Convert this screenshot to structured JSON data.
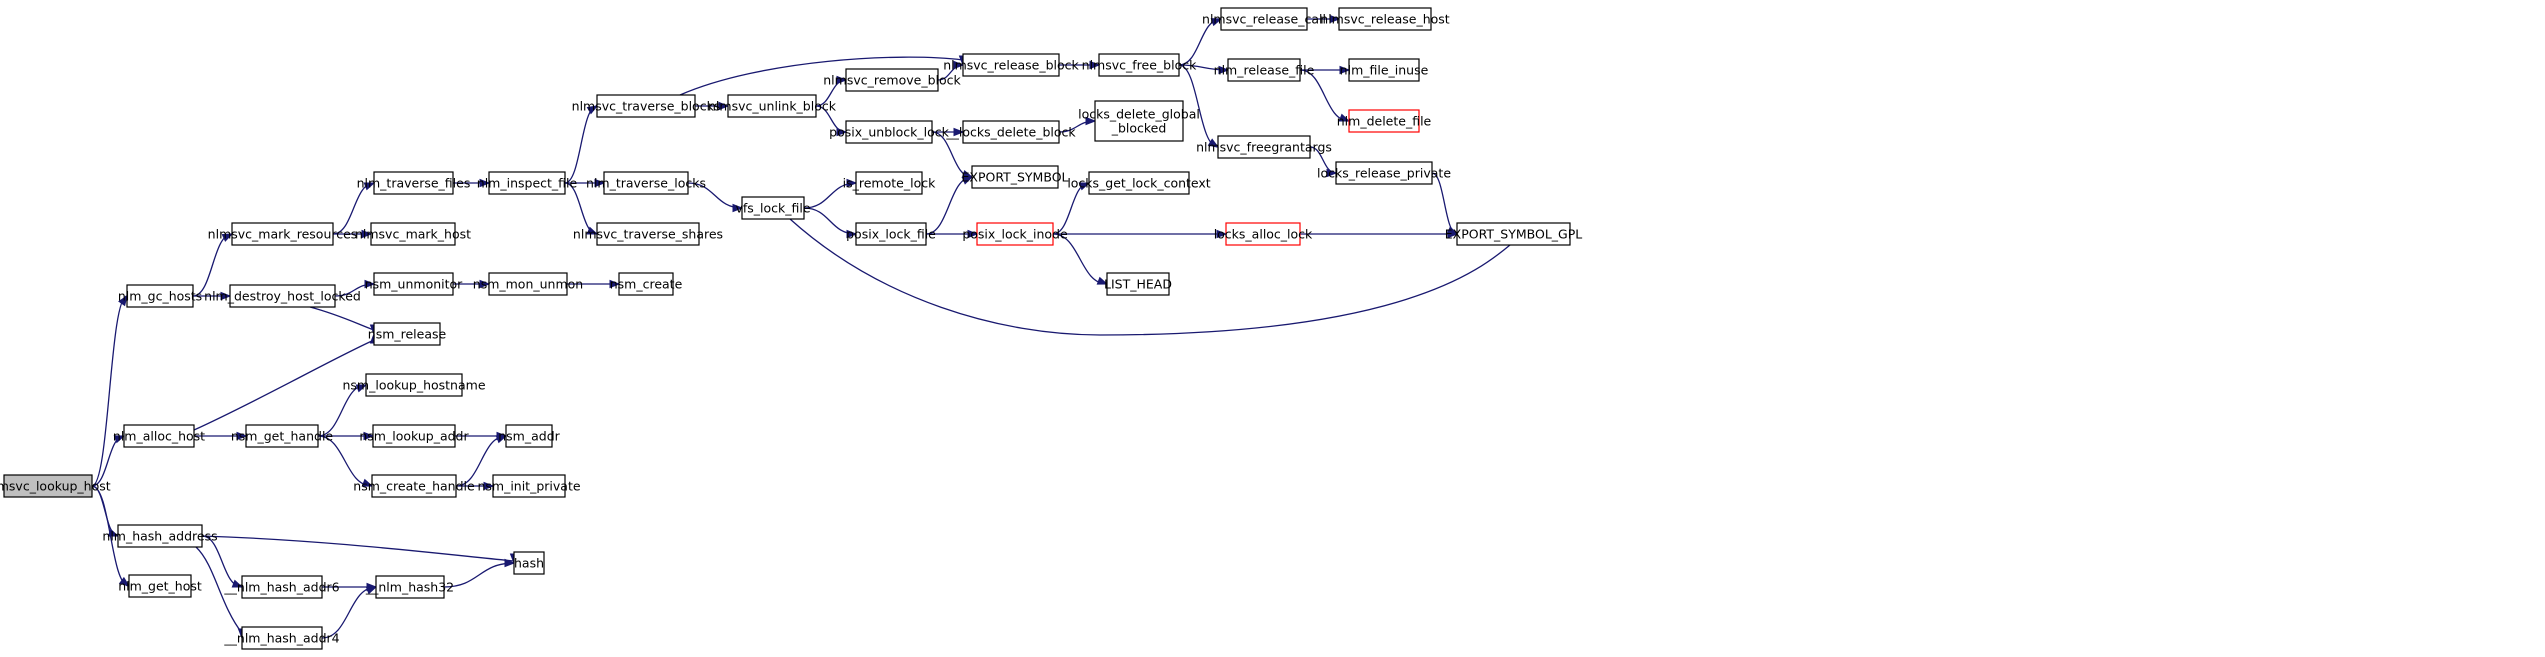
{
  "colors": {
    "edge": "#191970",
    "node_border": "#000000",
    "node_border_truncated": "#ff0000",
    "root_fill": "#bfbfbf",
    "node_fill": "#ffffff"
  },
  "nodes": [
    {
      "id": "nlmsvc_lookup_host",
      "label": "nlmsvc_lookup_host",
      "root": true
    },
    {
      "id": "nlm_gc_hosts",
      "label": "nlm_gc_hosts"
    },
    {
      "id": "nlm_alloc_host",
      "label": "nlm_alloc_host"
    },
    {
      "id": "nlm_hash_address",
      "label": "nlm_hash_address"
    },
    {
      "id": "nlm_get_host",
      "label": "nlm_get_host"
    },
    {
      "id": "nlmsvc_mark_resources",
      "label": "nlmsvc_mark_resources"
    },
    {
      "id": "nlm_destroy_host_locked",
      "label": "nlm_destroy_host_locked"
    },
    {
      "id": "nsm_get_handle",
      "label": "nsm_get_handle"
    },
    {
      "id": "nlm_hash_addr6",
      "label": "__nlm_hash_addr6"
    },
    {
      "id": "nlm_hash_addr4",
      "label": "__nlm_hash_addr4"
    },
    {
      "id": "nlm_traverse_files",
      "label": "nlm_traverse_files"
    },
    {
      "id": "nlmsvc_mark_host",
      "label": "nlmsvc_mark_host"
    },
    {
      "id": "nsm_unmonitor",
      "label": "nsm_unmonitor"
    },
    {
      "id": "nsm_release",
      "label": "nsm_release"
    },
    {
      "id": "nsm_lookup_hostname",
      "label": "nsm_lookup_hostname"
    },
    {
      "id": "nsm_lookup_addr",
      "label": "nsm_lookup_addr"
    },
    {
      "id": "nsm_create_handle",
      "label": "nsm_create_handle"
    },
    {
      "id": "nlm_hash32",
      "label": "__nlm_hash32"
    },
    {
      "id": "nlm_inspect_file",
      "label": "nlm_inspect_file"
    },
    {
      "id": "nsm_mon_unmon",
      "label": "nsm_mon_unmon"
    },
    {
      "id": "nsm_addr",
      "label": "nsm_addr"
    },
    {
      "id": "nsm_init_private",
      "label": "nsm_init_private"
    },
    {
      "id": "hash",
      "label": "hash"
    },
    {
      "id": "nlmsvc_traverse_blocks",
      "label": "nlmsvc_traverse_blocks"
    },
    {
      "id": "nlm_traverse_locks",
      "label": "nlm_traverse_locks"
    },
    {
      "id": "nlmsvc_traverse_shares",
      "label": "nlmsvc_traverse_shares"
    },
    {
      "id": "nsm_create",
      "label": "nsm_create"
    },
    {
      "id": "nlmsvc_unlink_block",
      "label": "nlmsvc_unlink_block"
    },
    {
      "id": "vfs_lock_file",
      "label": "vfs_lock_file"
    },
    {
      "id": "nlmsvc_remove_block",
      "label": "nlmsvc_remove_block"
    },
    {
      "id": "posix_unblock_lock",
      "label": "posix_unblock_lock"
    },
    {
      "id": "is_remote_lock",
      "label": "is_remote_lock"
    },
    {
      "id": "posix_lock_file",
      "label": "posix_lock_file"
    },
    {
      "id": "nlmsvc_release_block",
      "label": "nlmsvc_release_block"
    },
    {
      "id": "locks_delete_block",
      "label": "__locks_delete_block"
    },
    {
      "id": "EXPORT_SYMBOL",
      "label": "EXPORT_SYMBOL"
    },
    {
      "id": "posix_lock_inode",
      "label": "posix_lock_inode",
      "truncated": true
    },
    {
      "id": "nlmsvc_free_block",
      "label": "nlmsvc_free_block"
    },
    {
      "id": "locks_delete_global_blocked",
      "label": [
        "locks_delete_global",
        "_blocked"
      ]
    },
    {
      "id": "locks_get_lock_context",
      "label": "locks_get_lock_context"
    },
    {
      "id": "LIST_HEAD",
      "label": "LIST_HEAD"
    },
    {
      "id": "nlmsvc_release_call",
      "label": "nlmsvc_release_call"
    },
    {
      "id": "nlm_release_file",
      "label": "nlm_release_file"
    },
    {
      "id": "nlmsvc_freegrantargs",
      "label": "nlmsvc_freegrantargs"
    },
    {
      "id": "locks_alloc_lock",
      "label": "locks_alloc_lock",
      "truncated": true
    },
    {
      "id": "nlmsvc_release_host",
      "label": "nlmsvc_release_host"
    },
    {
      "id": "nlm_file_inuse",
      "label": "nlm_file_inuse"
    },
    {
      "id": "nlm_delete_file",
      "label": "nlm_delete_file",
      "truncated": true
    },
    {
      "id": "locks_release_private",
      "label": "locks_release_private"
    },
    {
      "id": "EXPORT_SYMBOL_GPL",
      "label": "EXPORT_SYMBOL_GPL"
    }
  ],
  "edges": [
    [
      "nlmsvc_lookup_host",
      "nlm_gc_hosts"
    ],
    [
      "nlmsvc_lookup_host",
      "nlm_alloc_host"
    ],
    [
      "nlmsvc_lookup_host",
      "nlm_hash_address"
    ],
    [
      "nlmsvc_lookup_host",
      "nlm_get_host"
    ],
    [
      "nlm_gc_hosts",
      "nlmsvc_mark_resources"
    ],
    [
      "nlm_gc_hosts",
      "nlm_destroy_host_locked"
    ],
    [
      "nlmsvc_mark_resources",
      "nlm_traverse_files"
    ],
    [
      "nlmsvc_mark_resources",
      "nlmsvc_mark_host"
    ],
    [
      "nlm_traverse_files",
      "nlm_inspect_file"
    ],
    [
      "nlm_inspect_file",
      "nlmsvc_traverse_blocks"
    ],
    [
      "nlm_inspect_file",
      "nlm_traverse_locks"
    ],
    [
      "nlm_inspect_file",
      "nlmsvc_traverse_shares"
    ],
    [
      "nlmsvc_traverse_blocks",
      "nlmsvc_unlink_block"
    ],
    [
      "nlmsvc_traverse_blocks",
      "nlmsvc_release_block"
    ],
    [
      "nlmsvc_unlink_block",
      "nlmsvc_remove_block"
    ],
    [
      "nlmsvc_unlink_block",
      "posix_unblock_lock"
    ],
    [
      "nlmsvc_remove_block",
      "nlmsvc_release_block"
    ],
    [
      "nlmsvc_release_block",
      "nlmsvc_free_block"
    ],
    [
      "nlmsvc_free_block",
      "nlmsvc_release_call"
    ],
    [
      "nlmsvc_free_block",
      "nlm_release_file"
    ],
    [
      "nlmsvc_free_block",
      "nlmsvc_freegrantargs"
    ],
    [
      "nlmsvc_release_call",
      "nlmsvc_release_host"
    ],
    [
      "nlm_release_file",
      "nlm_file_inuse"
    ],
    [
      "nlm_release_file",
      "nlm_delete_file"
    ],
    [
      "nlmsvc_freegrantargs",
      "locks_release_private"
    ],
    [
      "locks_release_private",
      "EXPORT_SYMBOL_GPL"
    ],
    [
      "posix_unblock_lock",
      "locks_delete_block"
    ],
    [
      "posix_unblock_lock",
      "EXPORT_SYMBOL"
    ],
    [
      "locks_delete_block",
      "locks_delete_global_blocked"
    ],
    [
      "nlm_traverse_locks",
      "vfs_lock_file"
    ],
    [
      "vfs_lock_file",
      "is_remote_lock"
    ],
    [
      "vfs_lock_file",
      "posix_lock_file"
    ],
    [
      "vfs_lock_file",
      "EXPORT_SYMBOL_GPL"
    ],
    [
      "posix_lock_file",
      "EXPORT_SYMBOL"
    ],
    [
      "posix_lock_file",
      "posix_lock_inode"
    ],
    [
      "posix_lock_inode",
      "locks_get_lock_context"
    ],
    [
      "posix_lock_inode",
      "locks_alloc_lock"
    ],
    [
      "posix_lock_inode",
      "LIST_HEAD"
    ],
    [
      "locks_alloc_lock",
      "EXPORT_SYMBOL_GPL"
    ],
    [
      "nlm_destroy_host_locked",
      "nsm_unmonitor"
    ],
    [
      "nlm_destroy_host_locked",
      "nsm_release"
    ],
    [
      "nsm_unmonitor",
      "nsm_mon_unmon"
    ],
    [
      "nsm_mon_unmon",
      "nsm_create"
    ],
    [
      "nlm_alloc_host",
      "nsm_release"
    ],
    [
      "nlm_alloc_host",
      "nsm_get_handle"
    ],
    [
      "nsm_get_handle",
      "nsm_lookup_hostname"
    ],
    [
      "nsm_get_handle",
      "nsm_lookup_addr"
    ],
    [
      "nsm_get_handle",
      "nsm_create_handle"
    ],
    [
      "nsm_lookup_addr",
      "nsm_addr"
    ],
    [
      "nsm_create_handle",
      "nsm_addr"
    ],
    [
      "nsm_create_handle",
      "nsm_init_private"
    ],
    [
      "nlm_hash_address",
      "hash"
    ],
    [
      "nlm_hash_address",
      "nlm_hash_addr6"
    ],
    [
      "nlm_hash_address",
      "nlm_hash_addr4"
    ],
    [
      "nlm_hash_addr6",
      "nlm_hash32"
    ],
    [
      "nlm_hash_addr4",
      "nlm_hash32"
    ],
    [
      "nlm_hash32",
      "hash"
    ]
  ]
}
